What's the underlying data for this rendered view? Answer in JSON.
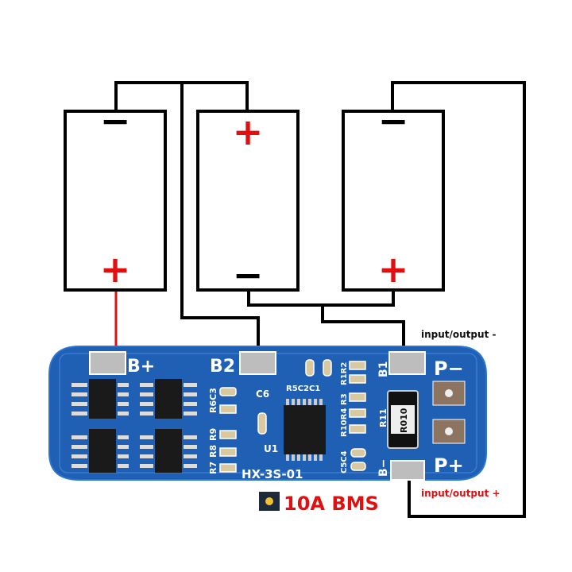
{
  "batteries": [
    {
      "top_terminal": "−",
      "bottom_terminal": "+"
    },
    {
      "top_terminal": "+",
      "bottom_terminal": "−"
    },
    {
      "top_terminal": "−",
      "bottom_terminal": "+"
    }
  ],
  "board": {
    "model": "HX-3S-01",
    "pads": {
      "b_plus": "B+",
      "b2": "B2",
      "b1": "B1",
      "b_minus": "B−",
      "p_minus": "P−",
      "p_plus": "P+"
    },
    "components": {
      "c6": "C6",
      "u1": "U1",
      "r11": "R11",
      "shunt": "R010",
      "r6c3": "R6C3",
      "r9": "R9",
      "r8": "R8",
      "r7": "R7",
      "r5c2c1": "R5C2C1",
      "r1r2": "R1R2",
      "r3": "R3",
      "r10r4": "R10R4",
      "c5c4": "C5C4"
    },
    "colors": {
      "pcb": "#1f5fb4",
      "wire_positive": "#e01010",
      "wire": "#000000",
      "accent_text": "#e01010"
    }
  },
  "labels": {
    "io_minus": "input/output -",
    "io_plus": "input/output +",
    "title": "10A BMS"
  }
}
